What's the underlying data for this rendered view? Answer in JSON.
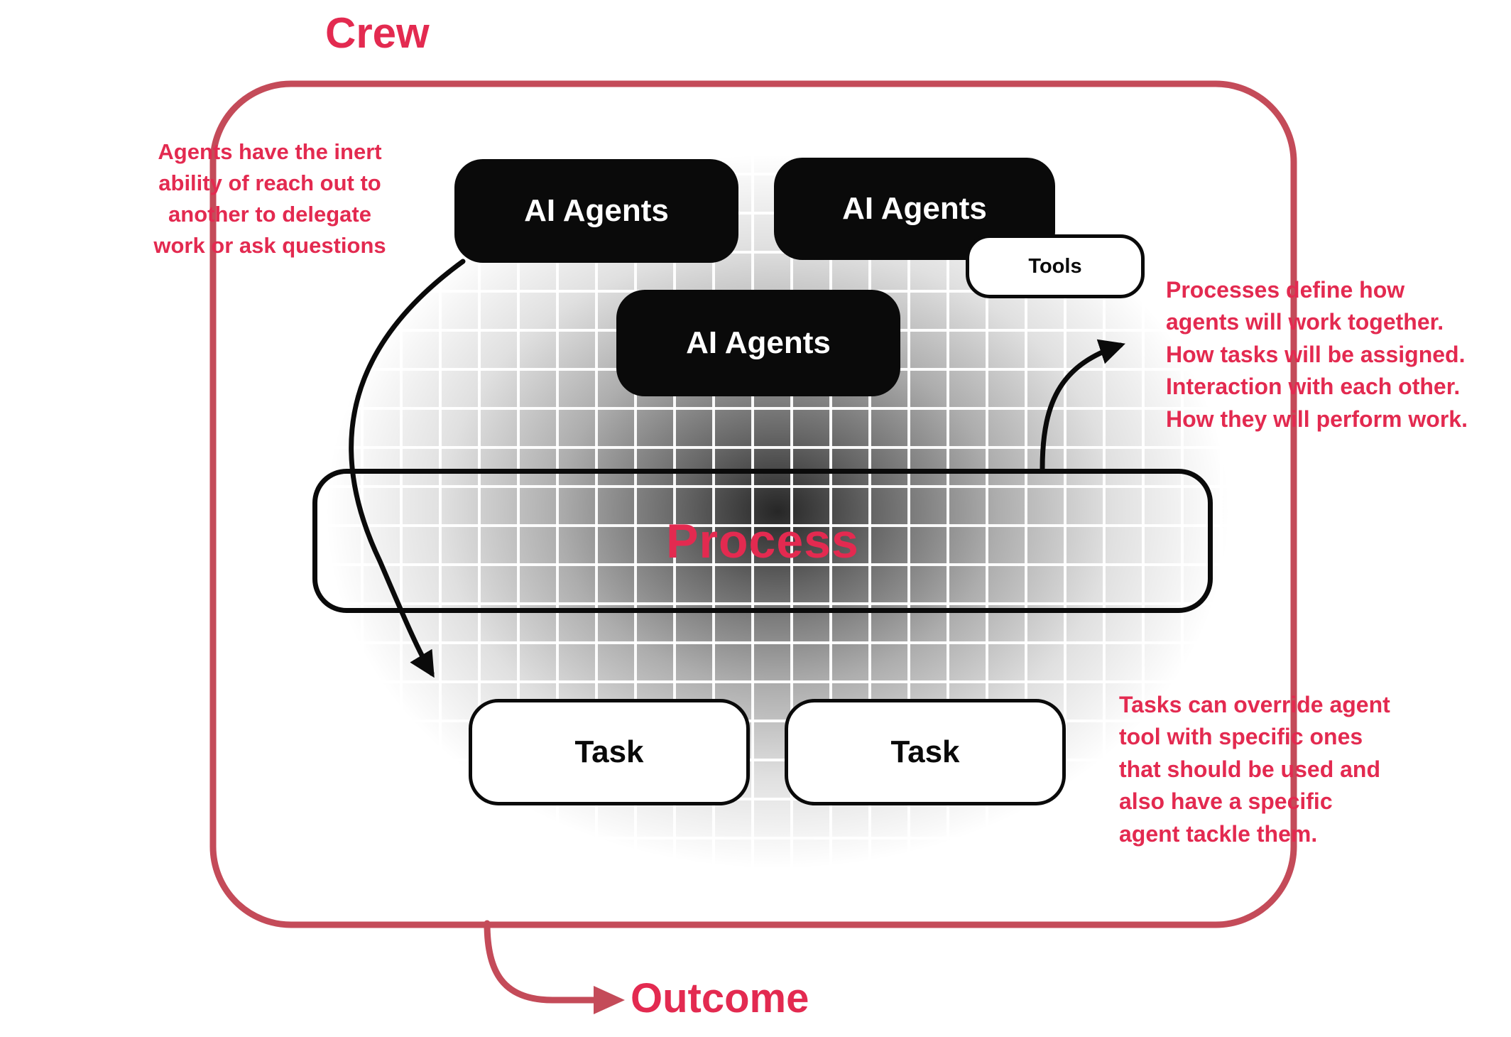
{
  "palette": {
    "accent_text": "#e32a50",
    "frame_red": "#c44b59",
    "box_black": "#0a0a0a",
    "box_white": "#ffffff"
  },
  "frame": {
    "title": "Crew"
  },
  "boxes": {
    "agents1": "AI Agents",
    "agents2": "AI Agents",
    "agents3": "AI Agents",
    "tools": "Tools",
    "process": "Process",
    "task1": "Task",
    "task2": "Task"
  },
  "annotations": {
    "left": [
      "Agents have the inert",
      "ability of reach out to",
      "another to delegate",
      "work or ask questions"
    ],
    "right_top": [
      "Processes define how",
      "agents will work together.",
      "How tasks will be assigned.",
      "Interaction with each other.",
      "How they will perform work."
    ],
    "right_bottom": [
      "Tasks can override agent",
      "tool with specific ones",
      "that should be used and",
      "also have a specific",
      "agent tackle them."
    ]
  },
  "outcome": {
    "label": "Outcome"
  }
}
